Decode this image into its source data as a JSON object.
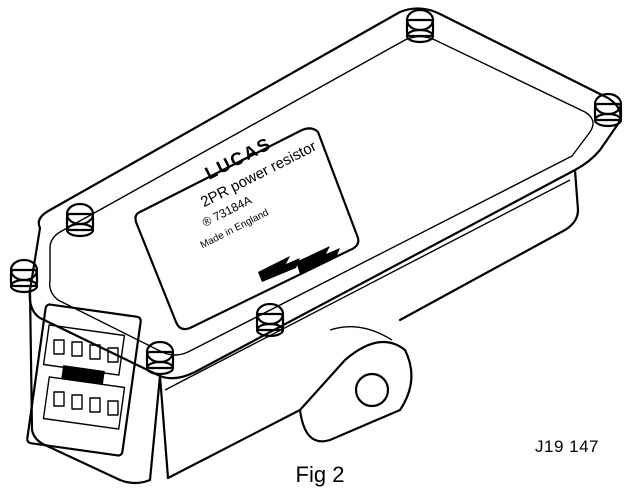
{
  "label": {
    "brand": "LUCAS",
    "model": "2PR power resistor",
    "part_number": "® 73184A",
    "origin": "Made in England"
  },
  "reference_code": "J19 147",
  "caption": "Fig 2"
}
